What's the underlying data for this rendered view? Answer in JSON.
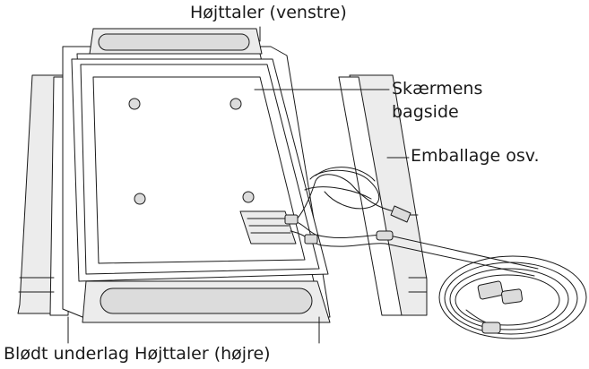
{
  "labels": {
    "speaker_left": "Højttaler (venstre)",
    "screen_back_line1": "Skærmens",
    "screen_back_line2": "bagside",
    "packaging": "Emballage osv.",
    "bottom_line": "Blødt underlag Højttaler (højre)"
  }
}
